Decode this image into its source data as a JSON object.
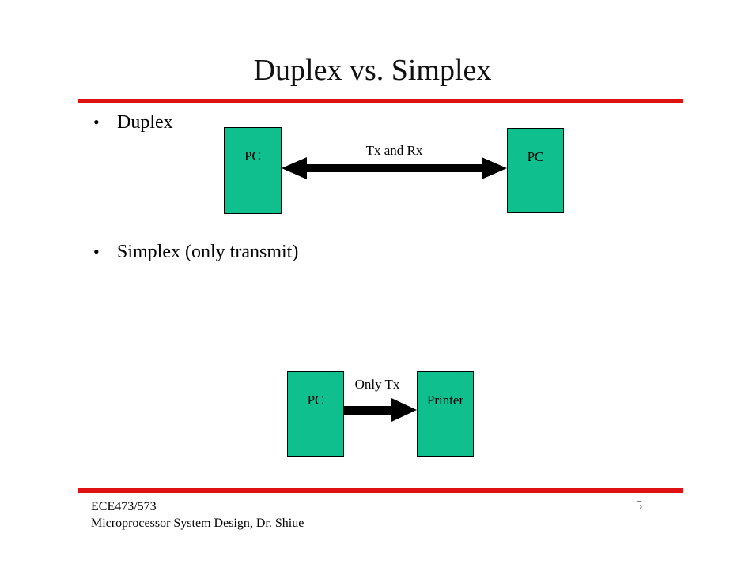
{
  "slide": {
    "title": "Duplex vs. Simplex",
    "bullet_glyph": "•",
    "bullets": [
      "Duplex",
      "Simplex (only transmit)"
    ],
    "diagrams": {
      "duplex": {
        "left_box_label": "PC",
        "right_box_label": "PC",
        "link_label": "Tx and Rx"
      },
      "simplex": {
        "left_box_label": "PC",
        "right_box_label": "Printer",
        "link_label": "Only Tx"
      }
    },
    "footer": {
      "course_code": "ECE473/573",
      "course_name": "Microprocessor System Design, Dr. Shiue",
      "page_number": "5"
    },
    "colors": {
      "accent_red": "#e01111",
      "box_fill": "#10bf8e"
    }
  }
}
